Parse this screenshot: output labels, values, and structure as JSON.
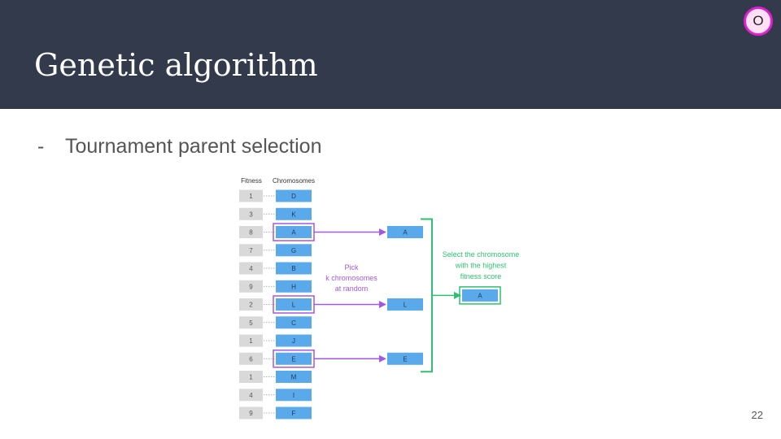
{
  "slide": {
    "title": "Genetic algorithm",
    "bullet_marker": "-",
    "bullet": "Tournament parent selection",
    "page_number": "22",
    "avatar_letter": "O"
  },
  "diagram": {
    "fitness_header": "Fitness",
    "chromosomes_header": "Chromosomes",
    "rows": [
      {
        "fitness": "1",
        "chromosome": "D",
        "picked": false
      },
      {
        "fitness": "3",
        "chromosome": "K",
        "picked": false
      },
      {
        "fitness": "8",
        "chromosome": "A",
        "picked": true
      },
      {
        "fitness": "7",
        "chromosome": "G",
        "picked": false
      },
      {
        "fitness": "4",
        "chromosome": "B",
        "picked": false
      },
      {
        "fitness": "9",
        "chromosome": "H",
        "picked": false
      },
      {
        "fitness": "2",
        "chromosome": "L",
        "picked": true
      },
      {
        "fitness": "5",
        "chromosome": "C",
        "picked": false
      },
      {
        "fitness": "1",
        "chromosome": "J",
        "picked": false
      },
      {
        "fitness": "6",
        "chromosome": "E",
        "picked": true
      },
      {
        "fitness": "1",
        "chromosome": "M",
        "picked": false
      },
      {
        "fitness": "4",
        "chromosome": "I",
        "picked": false
      },
      {
        "fitness": "9",
        "chromosome": "F",
        "picked": false
      }
    ],
    "picked": [
      "A",
      "L",
      "E"
    ],
    "pick_label": [
      "Pick",
      "k chromosomes",
      "at random"
    ],
    "select_label": [
      "Select the chromosome",
      "with the highest",
      "fitness score"
    ],
    "winner": "A",
    "colors": {
      "fitness_box": "#d9d9d9",
      "chromosome_box": "#5aa9ea",
      "pick": "#a259e0",
      "select": "#2fbf71",
      "connector": "#999999"
    }
  }
}
